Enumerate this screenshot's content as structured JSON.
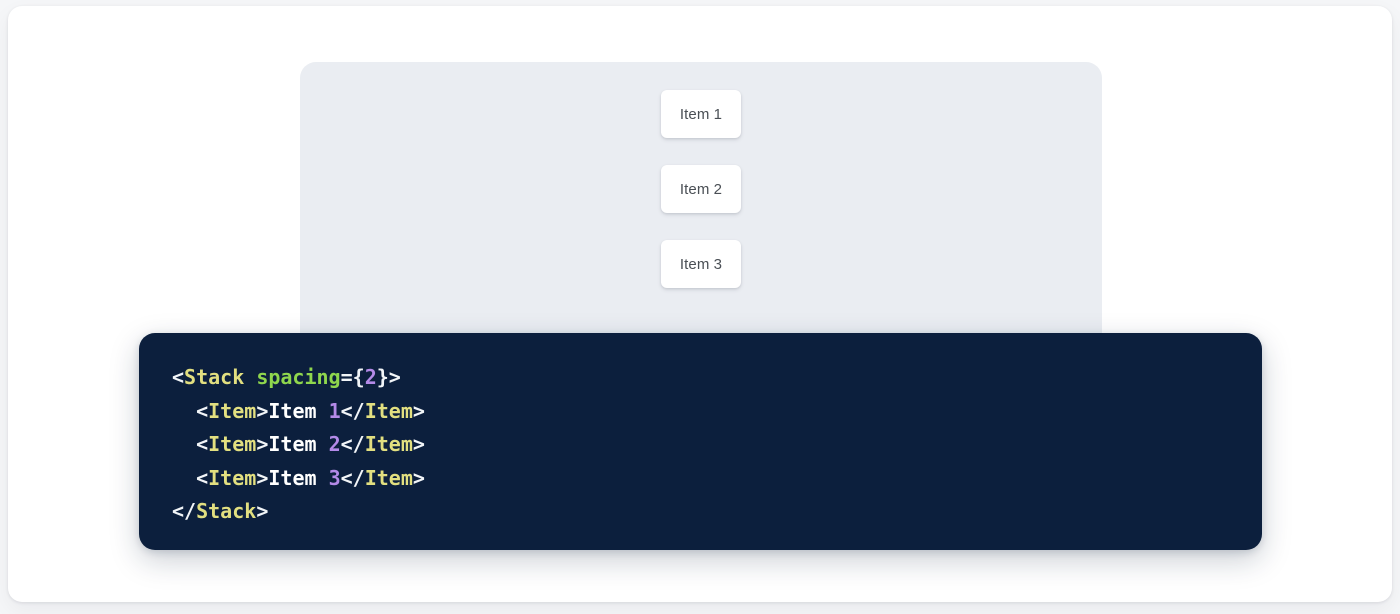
{
  "page": {
    "background": "#f5f6f8",
    "card_background": "#ffffff"
  },
  "preview": {
    "name": "stack-preview",
    "background": "#eaedf2",
    "direction": "column",
    "spacing": 2,
    "items": [
      {
        "label": "Item 1"
      },
      {
        "label": "Item 2"
      },
      {
        "label": "Item 3"
      }
    ]
  },
  "code": {
    "language": "jsx",
    "background": "#0c1f3d",
    "colors": {
      "punctuation": "#f2f5f8",
      "tag": "#e2df80",
      "attribute": "#8fd64d",
      "number": "#b48ae8",
      "text": "#ffffff"
    },
    "raw": "<Stack spacing={2}>\n  <Item>Item 1</Item>\n  <Item>Item 2</Item>\n  <Item>Item 3</Item>\n</Stack>",
    "lines": [
      {
        "indent": "",
        "tokens": [
          {
            "t": "<",
            "k": "punct"
          },
          {
            "t": "Stack",
            "k": "tag"
          },
          {
            "t": " ",
            "k": "punct"
          },
          {
            "t": "spacing",
            "k": "attr"
          },
          {
            "t": "=",
            "k": "punct"
          },
          {
            "t": "{",
            "k": "punct"
          },
          {
            "t": "2",
            "k": "num"
          },
          {
            "t": "}",
            "k": "punct"
          },
          {
            "t": ">",
            "k": "punct"
          }
        ]
      },
      {
        "indent": "  ",
        "tokens": [
          {
            "t": "<",
            "k": "punct"
          },
          {
            "t": "Item",
            "k": "tag"
          },
          {
            "t": ">",
            "k": "punct"
          },
          {
            "t": "Item ",
            "k": "text"
          },
          {
            "t": "1",
            "k": "num"
          },
          {
            "t": "</",
            "k": "punct"
          },
          {
            "t": "Item",
            "k": "tag"
          },
          {
            "t": ">",
            "k": "punct"
          }
        ]
      },
      {
        "indent": "  ",
        "tokens": [
          {
            "t": "<",
            "k": "punct"
          },
          {
            "t": "Item",
            "k": "tag"
          },
          {
            "t": ">",
            "k": "punct"
          },
          {
            "t": "Item ",
            "k": "text"
          },
          {
            "t": "2",
            "k": "num"
          },
          {
            "t": "</",
            "k": "punct"
          },
          {
            "t": "Item",
            "k": "tag"
          },
          {
            "t": ">",
            "k": "punct"
          }
        ]
      },
      {
        "indent": "  ",
        "tokens": [
          {
            "t": "<",
            "k": "punct"
          },
          {
            "t": "Item",
            "k": "tag"
          },
          {
            "t": ">",
            "k": "punct"
          },
          {
            "t": "Item ",
            "k": "text"
          },
          {
            "t": "3",
            "k": "num"
          },
          {
            "t": "</",
            "k": "punct"
          },
          {
            "t": "Item",
            "k": "tag"
          },
          {
            "t": ">",
            "k": "punct"
          }
        ]
      },
      {
        "indent": "",
        "tokens": [
          {
            "t": "</",
            "k": "punct"
          },
          {
            "t": "Stack",
            "k": "tag"
          },
          {
            "t": ">",
            "k": "punct"
          }
        ]
      }
    ]
  }
}
